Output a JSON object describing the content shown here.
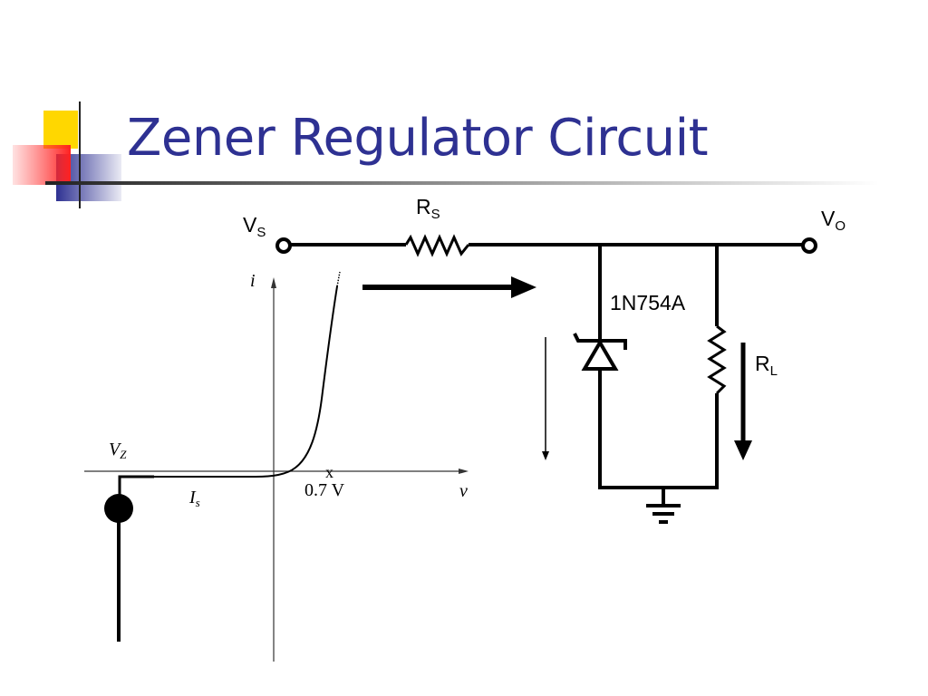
{
  "slide": {
    "title": "Zener Regulator Circuit"
  },
  "circuit": {
    "vs_main": "V",
    "vs_sub": "S",
    "rs_main": "R",
    "rs_sub": "S",
    "vo_main": "V",
    "vo_sub": "O",
    "rl_main": "R",
    "rl_sub": "L",
    "diode_part": "1N754A"
  },
  "iv_plot": {
    "y_axis_label": "i",
    "x_axis_label": "v",
    "vz_label": "V",
    "vz_sub": "Z",
    "is_label": "I",
    "is_sub": "s",
    "knee_mark": "x",
    "knee_voltage": "0.7 V"
  },
  "colors": {
    "title": "#2e3192",
    "logo_yellow": "#ffd700",
    "logo_red": "#ff3b3b",
    "logo_blue": "#2e3192"
  }
}
